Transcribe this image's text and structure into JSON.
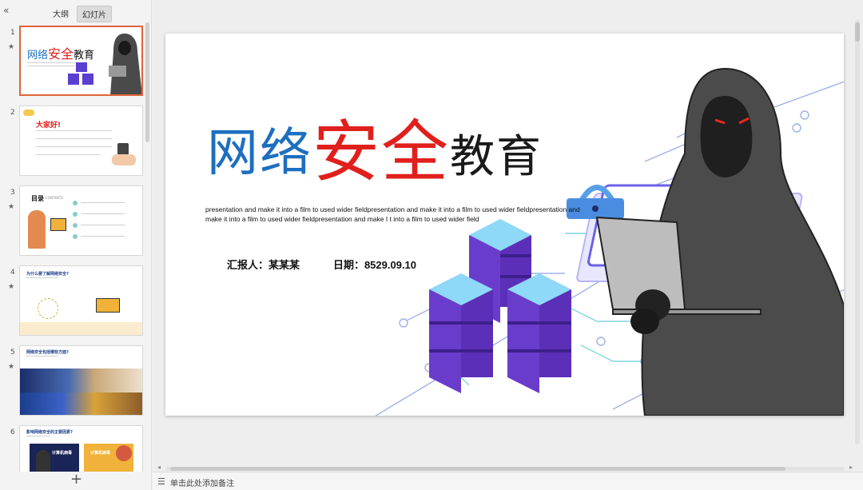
{
  "left_panel": {
    "collapse_icon": "double-chevron-left-icon",
    "tabs": [
      {
        "label": "大纲",
        "active": false
      },
      {
        "label": "幻灯片",
        "active": true
      }
    ],
    "add_slide_label": "+"
  },
  "thumbnails": [
    {
      "number": "1",
      "title_a": "网络",
      "title_b": "安全",
      "title_c": "教育",
      "selected": true
    },
    {
      "number": "2",
      "title": "大家好!"
    },
    {
      "number": "3",
      "title": "目录",
      "subtitle": "CONTENTS"
    },
    {
      "number": "4",
      "title": "为什么要了解网络安全?"
    },
    {
      "number": "5",
      "title": "网络安全包括哪些方面?"
    },
    {
      "number": "6",
      "title": "影响网络安全的主要因素?",
      "badge_a": "计算机病毒",
      "badge_b": "计算机病毒"
    }
  ],
  "slide": {
    "title_part1": "网络",
    "title_part2": "安全",
    "title_part3": "教育",
    "description": "presentation and make it into a film to used wider fieldpresentation and make it into a film to used wider fieldpresentation and make it into a film to used wider fieldpresentation and make I t into a film to used wider field",
    "reporter": "汇报人：某某某",
    "date": "日期：8529.09.10"
  },
  "notes": {
    "placeholder": "单击此处添加备注",
    "icon": "notes-list-icon"
  },
  "colors": {
    "title_blue": "#1d6fbf",
    "title_red": "#e0201c",
    "selection": "#e0643a"
  }
}
